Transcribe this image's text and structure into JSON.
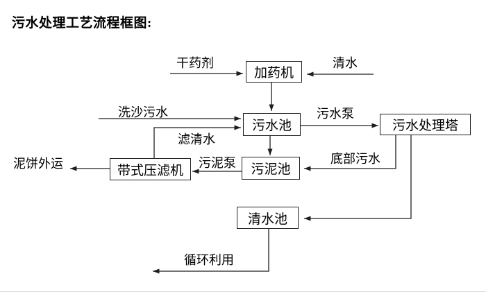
{
  "title": "污水处理工艺流程框图:",
  "colors": {
    "background": "#ffffff",
    "line": "#1f1f1f",
    "text": "#000000"
  },
  "diagram": {
    "type": "flowchart",
    "nodes": [
      {
        "id": "dosing-machine",
        "label": "加药机"
      },
      {
        "id": "sewage-pool",
        "label": "污水池"
      },
      {
        "id": "sewage-treatment-tower",
        "label": "污水处理塔"
      },
      {
        "id": "belt-filter-press",
        "label": "带式压滤机"
      },
      {
        "id": "sludge-pool",
        "label": "污泥池"
      },
      {
        "id": "clean-water-pool",
        "label": "清水池"
      }
    ],
    "flow_labels": [
      {
        "id": "dry-chemical",
        "label": "干药剂"
      },
      {
        "id": "clean-water",
        "label": "清水"
      },
      {
        "id": "sand-washing-sewage",
        "label": "洗沙污水"
      },
      {
        "id": "filtered-water",
        "label": "滤清水"
      },
      {
        "id": "sewage-pump",
        "label": "污水泵"
      },
      {
        "id": "sludge-pump",
        "label": "污泥泵"
      },
      {
        "id": "mud-cake-out",
        "label": "泥饼外运"
      },
      {
        "id": "bottom-sewage",
        "label": "底部污水"
      },
      {
        "id": "recycle-use",
        "label": "循环利用"
      }
    ],
    "edges": [
      {
        "from": "dry-chemical-source",
        "to": "dosing-machine",
        "label": "干药剂"
      },
      {
        "from": "clean-water-source",
        "to": "dosing-machine",
        "label": "清水"
      },
      {
        "from": "dosing-machine",
        "to": "sewage-pool",
        "label": ""
      },
      {
        "from": "sand-washing-source",
        "to": "sewage-pool",
        "label": "洗沙污水"
      },
      {
        "from": "belt-filter-press",
        "to": "sewage-pool",
        "label": "滤清水"
      },
      {
        "from": "sewage-pool",
        "to": "sewage-treatment-tower",
        "label": "污水泵"
      },
      {
        "from": "sewage-pool",
        "to": "sludge-pool",
        "label": ""
      },
      {
        "from": "sludge-pool",
        "to": "belt-filter-press",
        "label": "污泥泵"
      },
      {
        "from": "belt-filter-press",
        "to": "outside",
        "label": "泥饼外运"
      },
      {
        "from": "sewage-treatment-tower",
        "to": "sludge-pool",
        "label": "底部污水"
      },
      {
        "from": "sewage-treatment-tower",
        "to": "clean-water-pool",
        "label": ""
      },
      {
        "from": "clean-water-pool",
        "to": "outside",
        "label": "循环利用"
      }
    ]
  }
}
